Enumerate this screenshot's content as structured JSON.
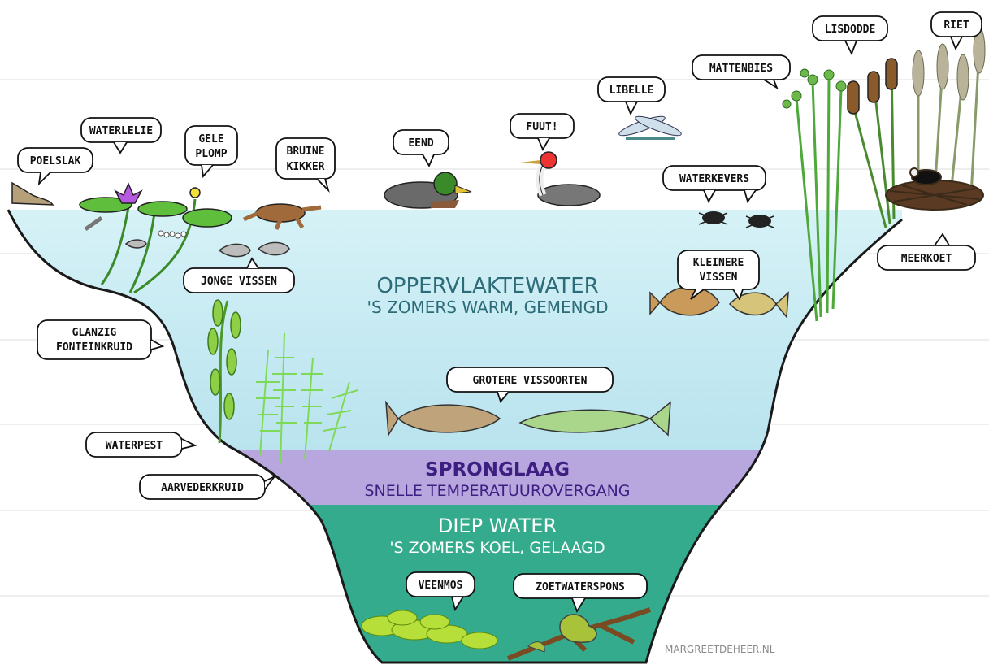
{
  "zones": {
    "surface": {
      "title": "OPPERVLAKTEWATER",
      "subtitle": "'S ZOMERS WARM, GEMENGD",
      "color": "#cfeef4"
    },
    "thermocline": {
      "title": "SPRONGLAAG",
      "subtitle": "SNELLE TEMPERATUUROVERGANG",
      "color": "#b8a7de"
    },
    "deep": {
      "title": "DIEP WATER",
      "subtitle": "'S ZOMERS KOEL, GELAAGD",
      "color": "#34ab8c"
    }
  },
  "labels": {
    "poelslak": "POELSLAK",
    "waterlelie": "WATERLELIE",
    "gele_plomp_1": "GELE",
    "gele_plomp_2": "PLOMP",
    "bruine_kikker_1": "BRUINE",
    "bruine_kikker_2": "KIKKER",
    "eend": "EEND",
    "fuut": "FUUT!",
    "libelle": "LIBELLE",
    "mattenbies": "MATTENBIES",
    "lisdodde": "LISDODDE",
    "riet": "RIET",
    "waterkevers": "WATERKEVERS",
    "meerkoet": "MEERKOET",
    "kleinere_vissen_1": "KLEINERE",
    "kleinere_vissen_2": "VISSEN",
    "jonge_vissen": "JONGE VISSEN",
    "glanzig_1": "GLANZIG",
    "glanzig_2": "FONTEINKRUID",
    "grotere_vissoorten": "GROTERE VISSOORTEN",
    "waterpest": "WATERPEST",
    "aarvederkruid": "AARVEDERKRUID",
    "veenmos": "VEENMOS",
    "zoetwaterspons": "ZOETWATERSPONS"
  },
  "credit": "MARGREETDEHEER.NL"
}
